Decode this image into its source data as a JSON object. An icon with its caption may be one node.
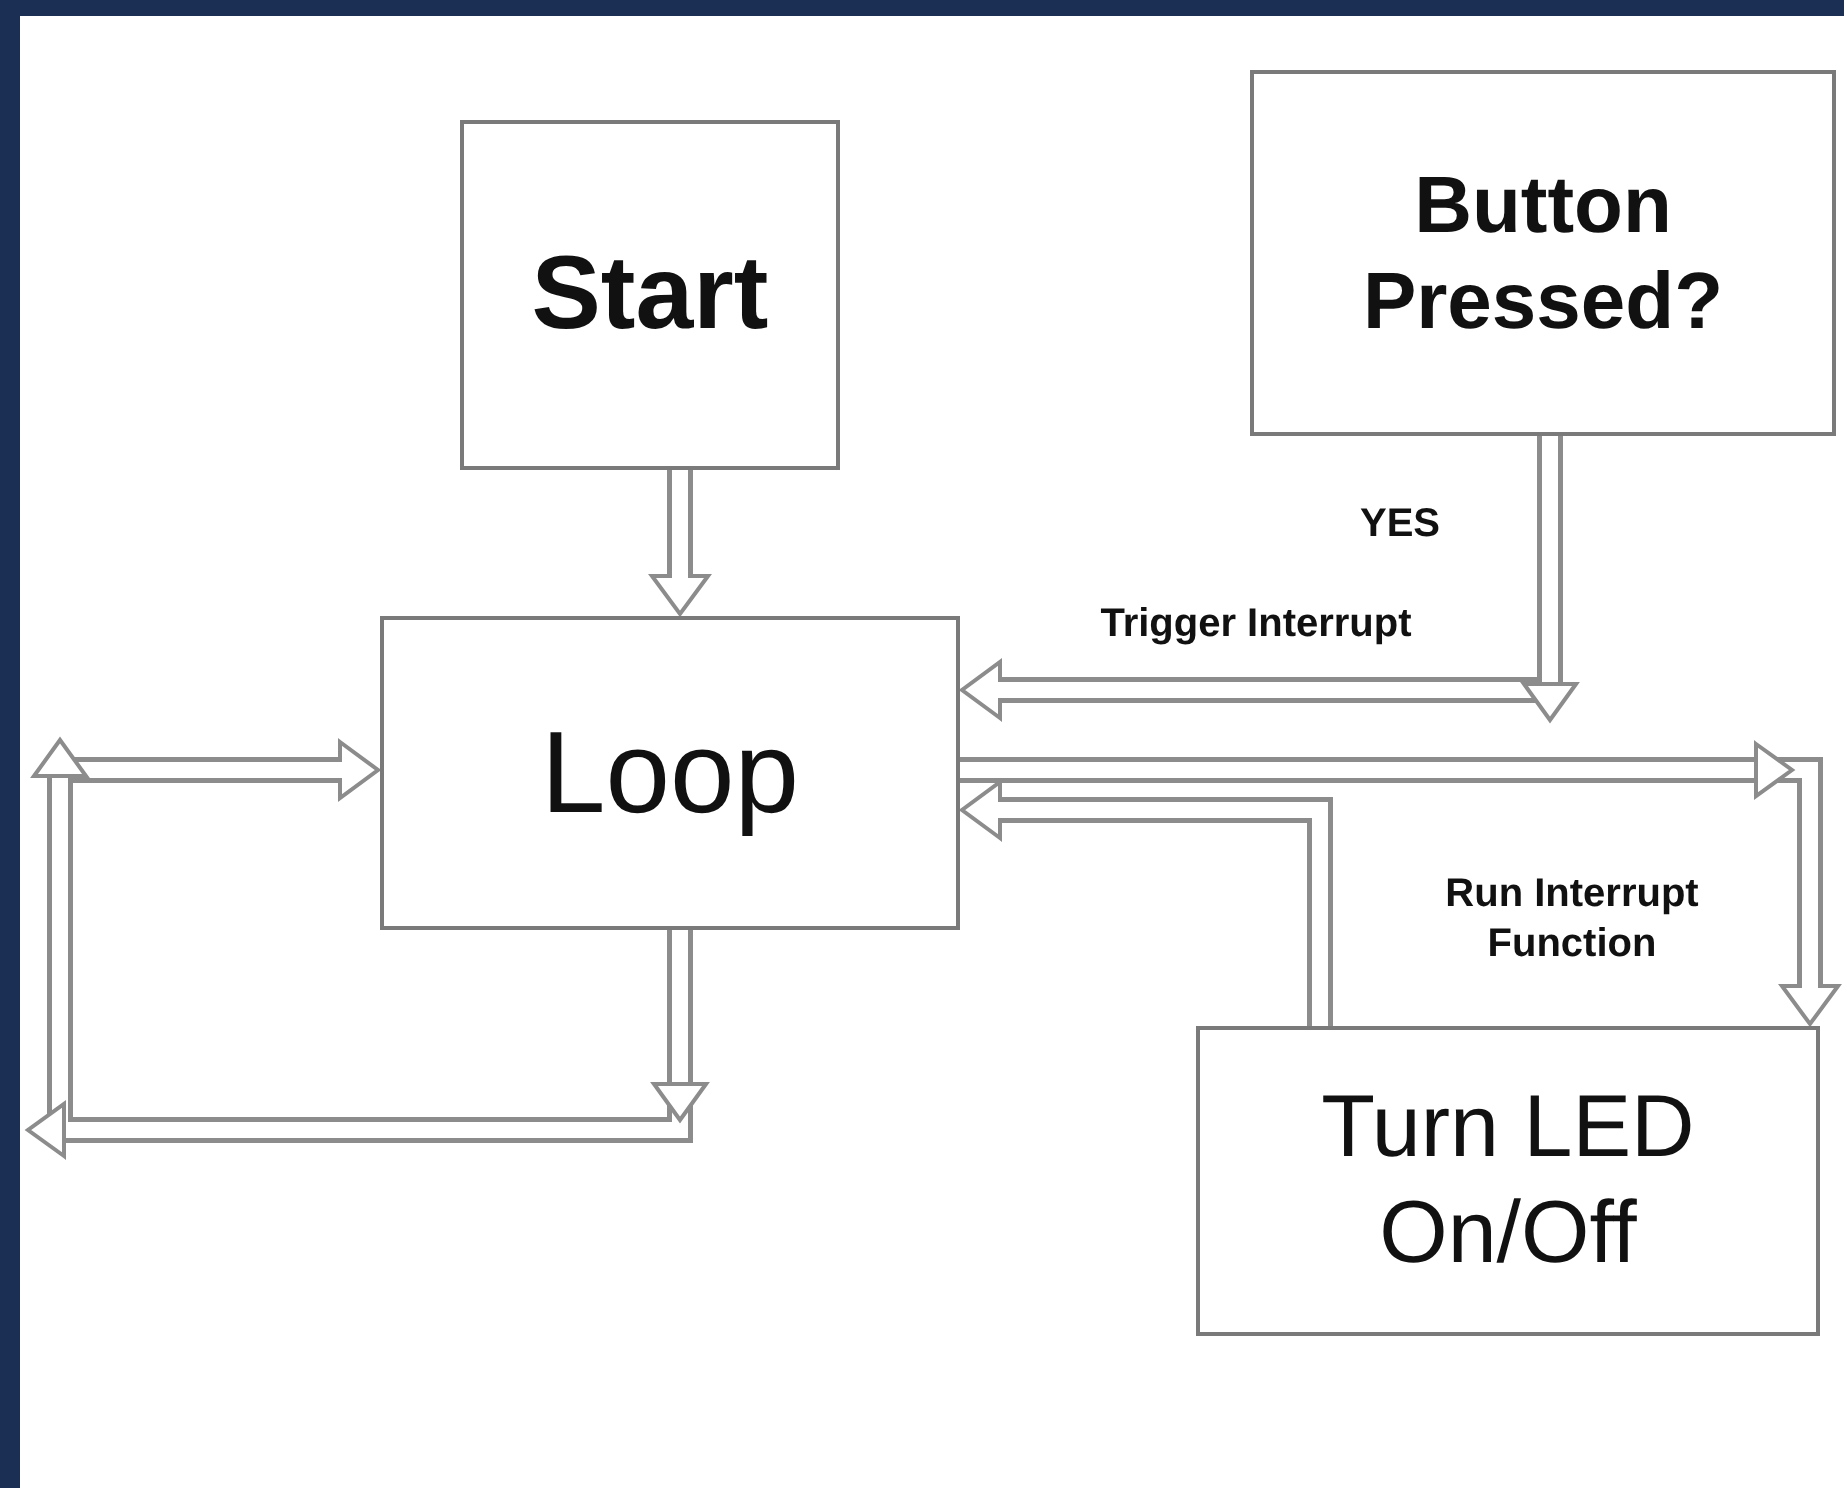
{
  "diagram": {
    "nodes": [
      {
        "text": [
          "Start"
        ]
      },
      {
        "text": [
          "Button Pressed?"
        ]
      },
      {
        "text": [
          "Loop"
        ]
      },
      {
        "text": [
          "Turn LED On/Off"
        ]
      }
    ],
    "edges": [
      {
        "from": 0,
        "to": 2,
        "arrow": "to"
      },
      {
        "from": 1,
        "to": 2,
        "arrow": "to",
        "label": "Trigger Interrupt"
      },
      {
        "from": 2,
        "to": 3,
        "arrow": "to",
        "label": "Run Interrupt Function"
      },
      {
        "from": 3,
        "to": 2,
        "arrow": "to"
      },
      {
        "from": 2,
        "to": 2,
        "arrow": "to"
      }
    ],
    "labels": [
      "YES"
    ]
  }
}
